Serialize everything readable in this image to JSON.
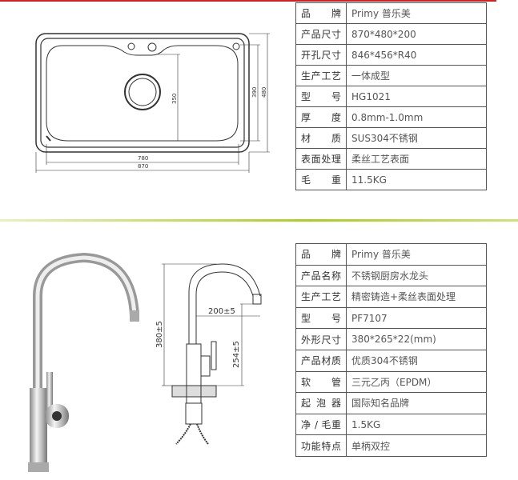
{
  "sink": {
    "dimensions": {
      "width_inner": "780",
      "width_outer": "870",
      "depth_bowl": "350",
      "height_inner": "390",
      "height_outer": "480"
    },
    "specs": [
      {
        "label": "品　　牌",
        "value": "Primy 普乐美"
      },
      {
        "label": "产品尺寸",
        "value": "870*480*200"
      },
      {
        "label": "开孔尺寸",
        "value": "846*456*R40"
      },
      {
        "label": "生产工艺",
        "value": "一体成型"
      },
      {
        "label": "型　　号",
        "value": "HG1021"
      },
      {
        "label": "厚　　度",
        "value": "0.8mm-1.0mm"
      },
      {
        "label": "材　　质",
        "value": "SUS304不锈钢"
      },
      {
        "label": "表面处理",
        "value": "柔丝工艺表面"
      },
      {
        "label": "毛　　重",
        "value": "11.5KG"
      }
    ]
  },
  "faucet": {
    "dimensions": {
      "height": "380±5",
      "reach": "200±5",
      "spout_height": "254±5"
    },
    "specs": [
      {
        "label": "品　　牌",
        "value": "Primy 普乐美"
      },
      {
        "label": "产品名称",
        "value": "不锈钢厨房水龙头"
      },
      {
        "label": "生产工艺",
        "value": "精密铸造+柔丝表面处理"
      },
      {
        "label": "型　　号",
        "value": "PF7107"
      },
      {
        "label": "外形尺寸",
        "value": "380*265*22(mm)"
      },
      {
        "label": "产品材质",
        "value": "优质304不锈钢"
      },
      {
        "label": "软　　管",
        "value": "三元乙丙（EPDM）"
      },
      {
        "label": "起 泡 器",
        "value": "国际知名品牌"
      },
      {
        "label": "净 / 毛重",
        "value": "1.5KG"
      },
      {
        "label": "功能特点",
        "value": "单柄双控"
      }
    ]
  },
  "colors": {
    "top_rule": "#d42020",
    "divider": "#a8cf20"
  }
}
